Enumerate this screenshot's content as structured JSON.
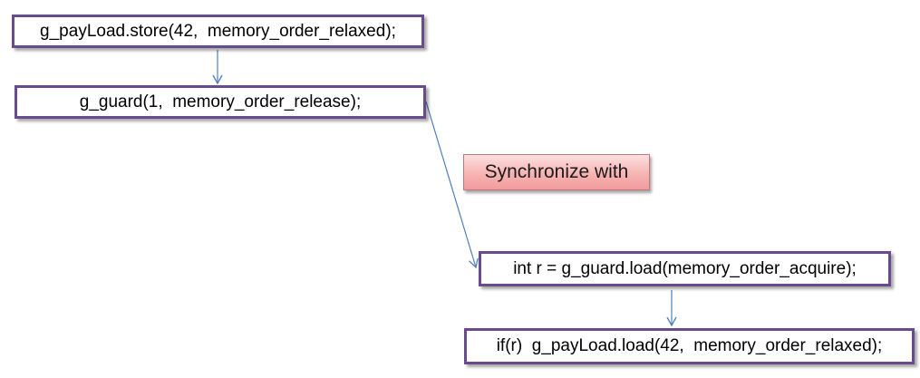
{
  "diagram": {
    "nodes": [
      {
        "id": "box1",
        "label": "g_payLoad.store(42,  memory_order_relaxed);"
      },
      {
        "id": "box2",
        "label": "g_guard(1,  memory_order_release);"
      },
      {
        "id": "box3",
        "label": "int r = g_guard.load(memory_order_acquire);"
      },
      {
        "id": "box4",
        "label": "if(r)  g_payLoad.load(42,  memory_order_relaxed);"
      }
    ],
    "sync_label": "Synchronize with",
    "edges": [
      {
        "from": "box1",
        "to": "box2"
      },
      {
        "from": "box2",
        "to": "box3"
      },
      {
        "from": "box3",
        "to": "box4"
      }
    ],
    "colors": {
      "box_border": "#6a4a8f",
      "arrow": "#4f81bd",
      "label_fill": "#f7b3b3",
      "label_border": "#c47777"
    }
  }
}
